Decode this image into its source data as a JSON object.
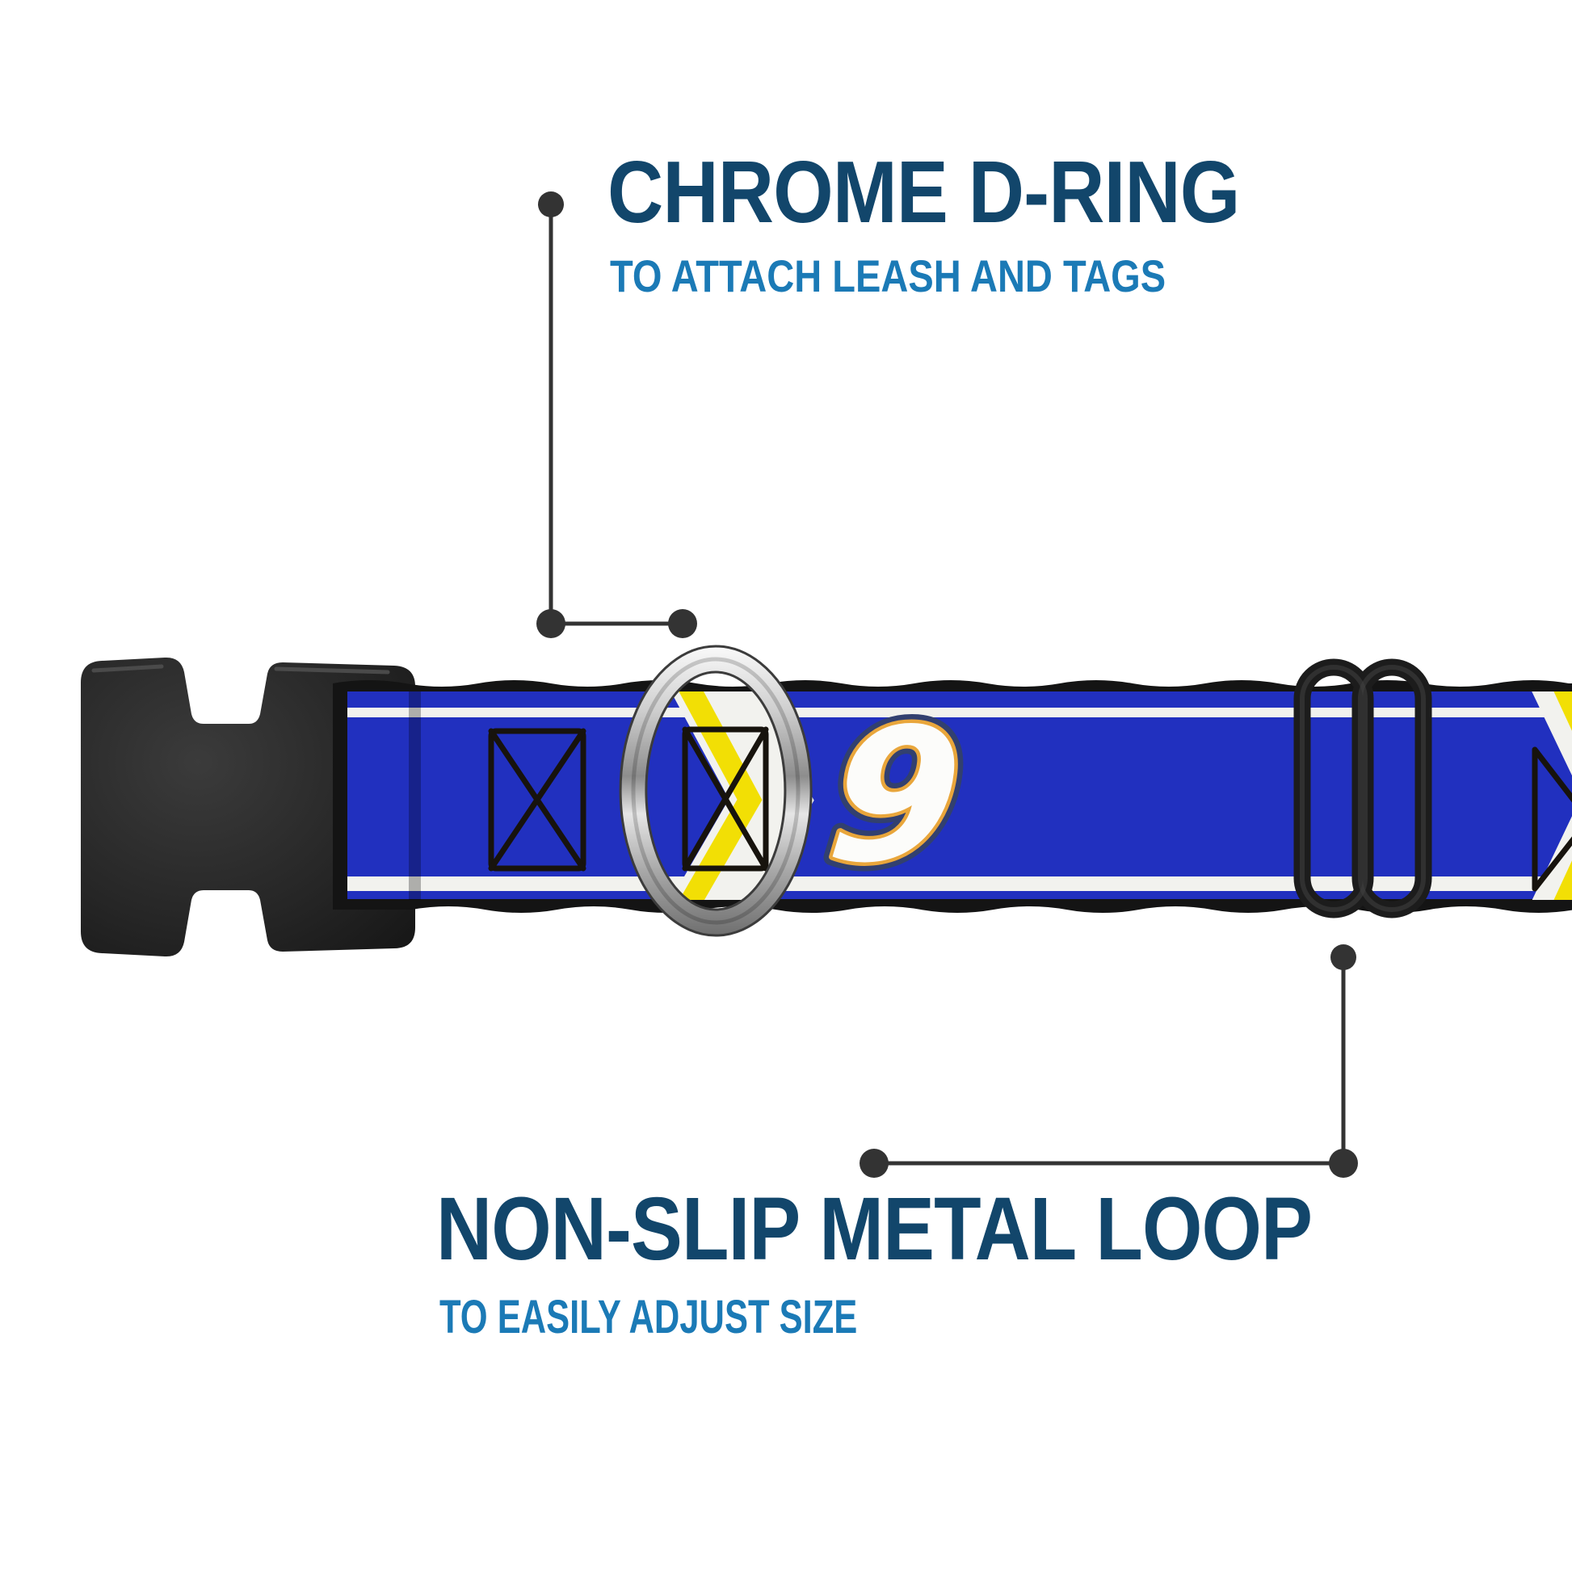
{
  "theme": {
    "page_bg": "#ffffff",
    "title_navy": "#12466b",
    "subtitle_blue": "#1b7ab6",
    "callout": "#333333",
    "webbing_blue": "#2130bf",
    "stripe_yellow": "#f2df05",
    "stripe_white": "#f2f2ee",
    "edge_black": "#141414",
    "gold_outline": "#e9a63b",
    "chrome_silver": "#c9c9c9",
    "buckle_black": "#242424",
    "loop_black": "#1c1c1c"
  },
  "annotations": {
    "d_ring": {
      "title": "CHROME D-RING",
      "subtitle": "TO ATTACH LEASH AND TAGS"
    },
    "metal_loop": {
      "title": "NON-SLIP METAL LOOP",
      "subtitle": "TO EASILY ADJUST SIZE"
    }
  },
  "product": {
    "number": "9"
  }
}
